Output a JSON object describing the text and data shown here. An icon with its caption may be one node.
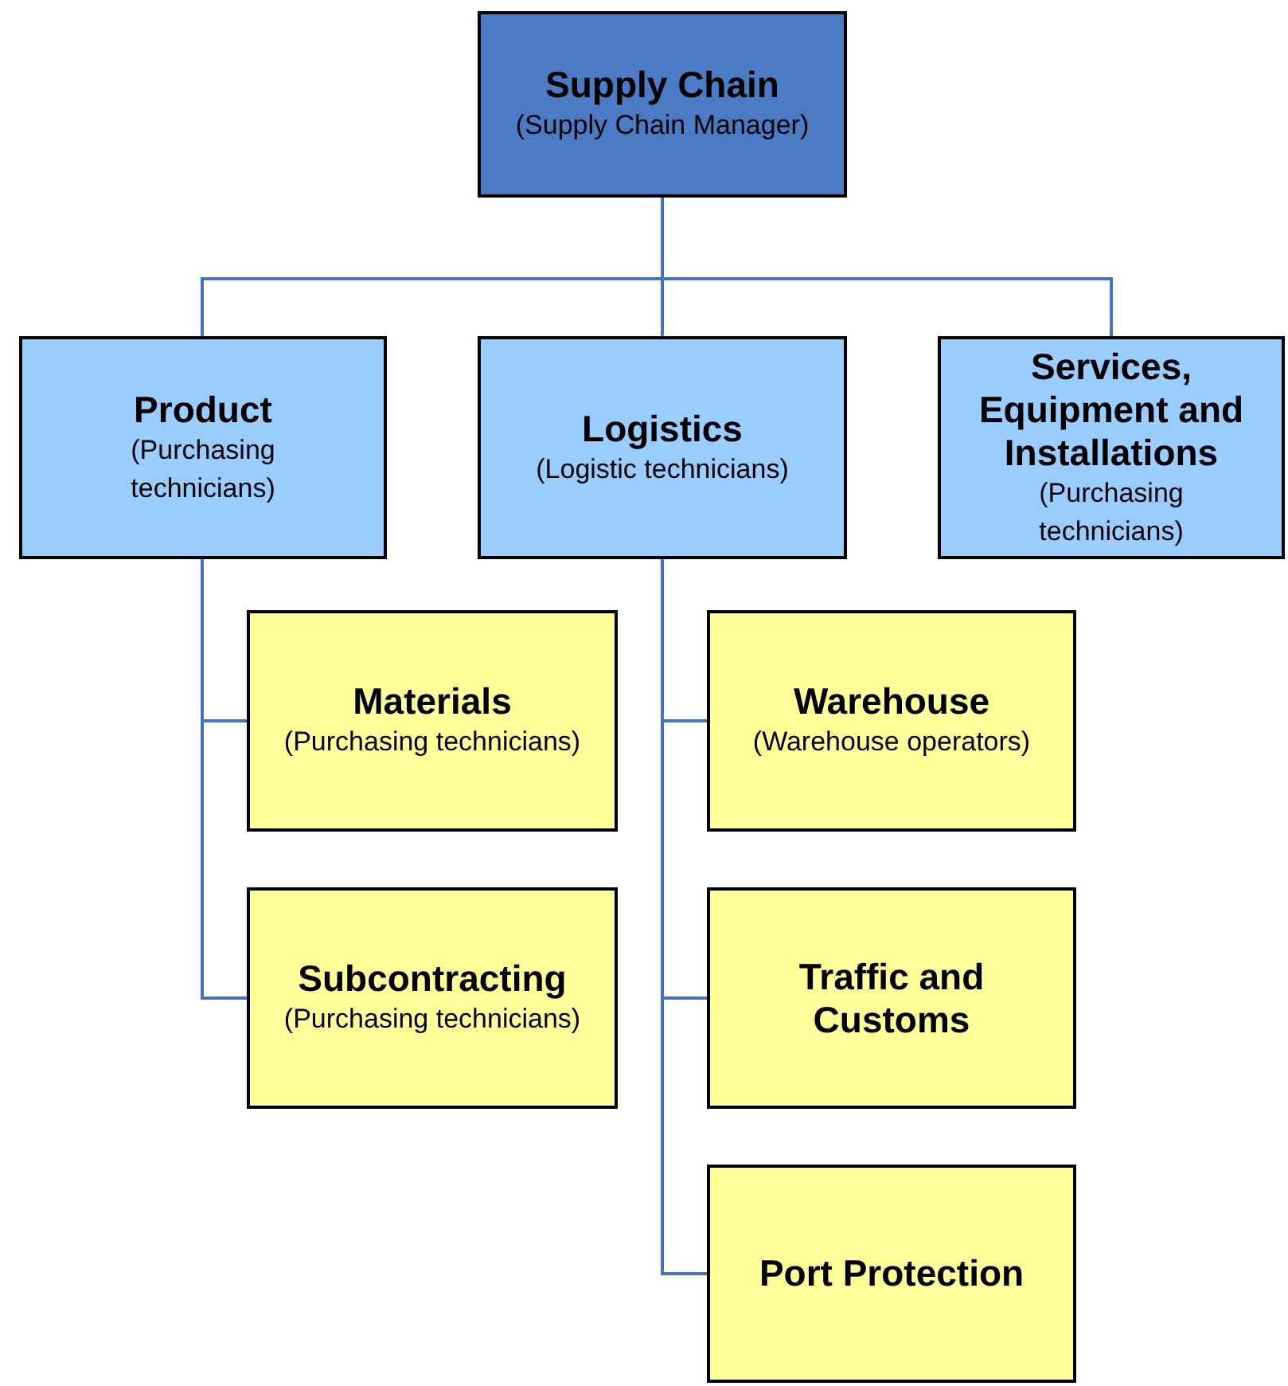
{
  "diagram": {
    "nodes": [
      {
        "text": [
          "Supply Chain",
          "(Supply Chain Manager)"
        ]
      },
      {
        "text": [
          "Product",
          "(Purchasing technicians)"
        ]
      },
      {
        "text": [
          "Logistics",
          "(Logistic technicians)"
        ]
      },
      {
        "text": [
          "Services, Equipment and Installations",
          "(Purchasing technicians)"
        ]
      },
      {
        "text": [
          "Materials",
          "(Purchasing technicians)"
        ]
      },
      {
        "text": [
          "Warehouse",
          "(Warehouse operators)"
        ]
      },
      {
        "text": [
          "Subcontracting",
          "(Purchasing technicians)"
        ]
      },
      {
        "text": [
          "Traffic and Customs"
        ]
      },
      {
        "text": [
          "Port Protection"
        ]
      }
    ],
    "edges": [
      {
        "from": 0,
        "to": 1,
        "arrow": "none"
      },
      {
        "from": 0,
        "to": 2,
        "arrow": "none"
      },
      {
        "from": 0,
        "to": 3,
        "arrow": "none"
      },
      {
        "from": 1,
        "to": 4,
        "arrow": "none"
      },
      {
        "from": 1,
        "to": 6,
        "arrow": "none"
      },
      {
        "from": 2,
        "to": 5,
        "arrow": "none"
      },
      {
        "from": 2,
        "to": 7,
        "arrow": "none"
      },
      {
        "from": 2,
        "to": 8,
        "arrow": "none"
      }
    ]
  }
}
